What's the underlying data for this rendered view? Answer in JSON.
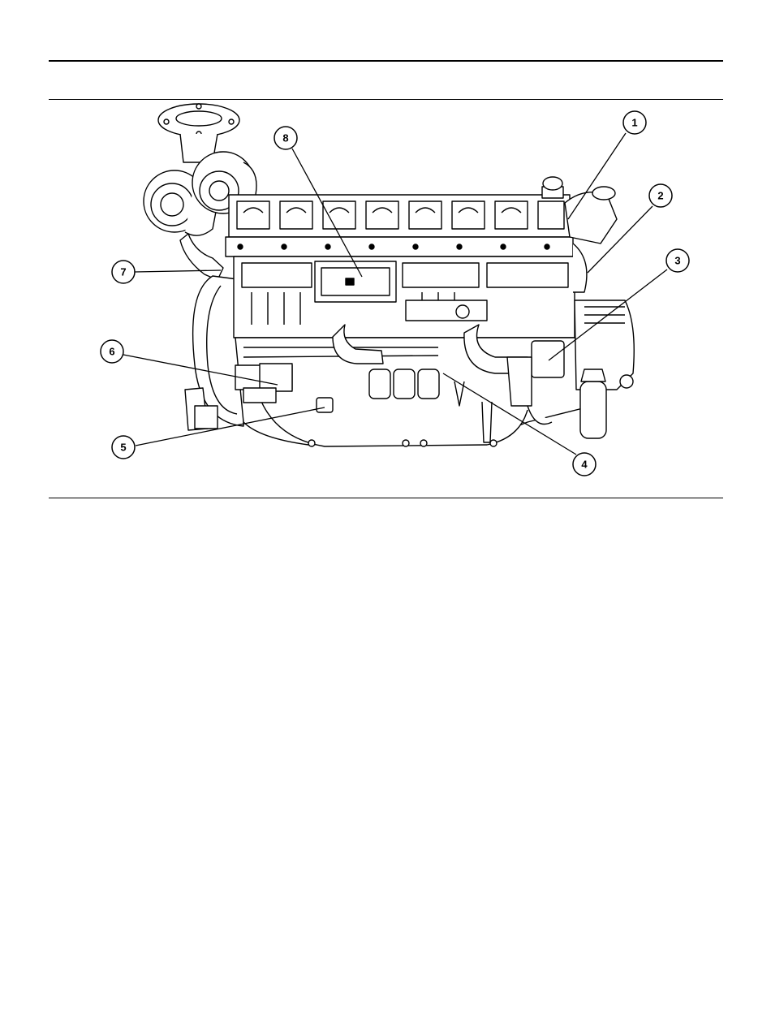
{
  "figure": {
    "callouts": [
      {
        "label": "1"
      },
      {
        "label": "2"
      },
      {
        "label": "3"
      },
      {
        "label": "4"
      },
      {
        "label": "5"
      },
      {
        "label": "6"
      },
      {
        "label": "7"
      },
      {
        "label": "8"
      }
    ]
  },
  "colors": {
    "line": "#000000",
    "background": "#ffffff",
    "shade": "#e6e6e6"
  }
}
